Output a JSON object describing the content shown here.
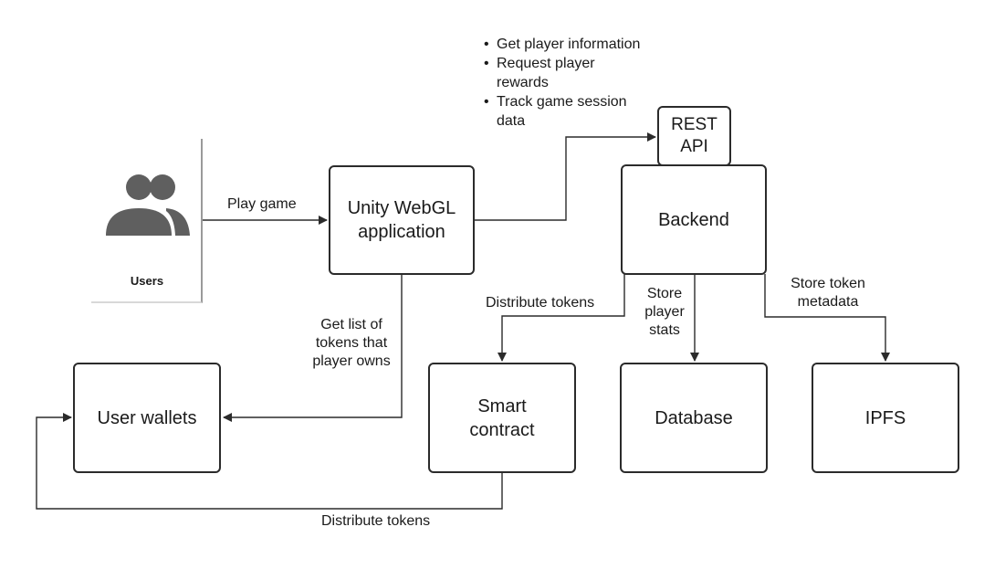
{
  "nodes": {
    "users": "Users",
    "unity": "Unity WebGL\napplication",
    "rest_api": "REST\nAPI",
    "backend": "Backend",
    "user_wallets": "User wallets",
    "smart_contract": "Smart\ncontract",
    "database": "Database",
    "ipfs": "IPFS"
  },
  "edges": {
    "play_game": "Play game",
    "get_tokens": "Get list of\ntokens that\nplayer owns",
    "distribute_tokens_backend": "Distribute tokens",
    "store_stats": "Store\nplayer\nstats",
    "store_metadata": "Store token\nmetadata",
    "distribute_tokens_bottom": "Distribute tokens"
  },
  "api_notes": [
    "Get player information",
    "Request player\nrewards",
    "Track game session\ndata"
  ],
  "icons": {
    "users": "users-group-icon"
  },
  "colors": {
    "stroke": "#2b2b2b",
    "icon": "#5f5f5f"
  }
}
